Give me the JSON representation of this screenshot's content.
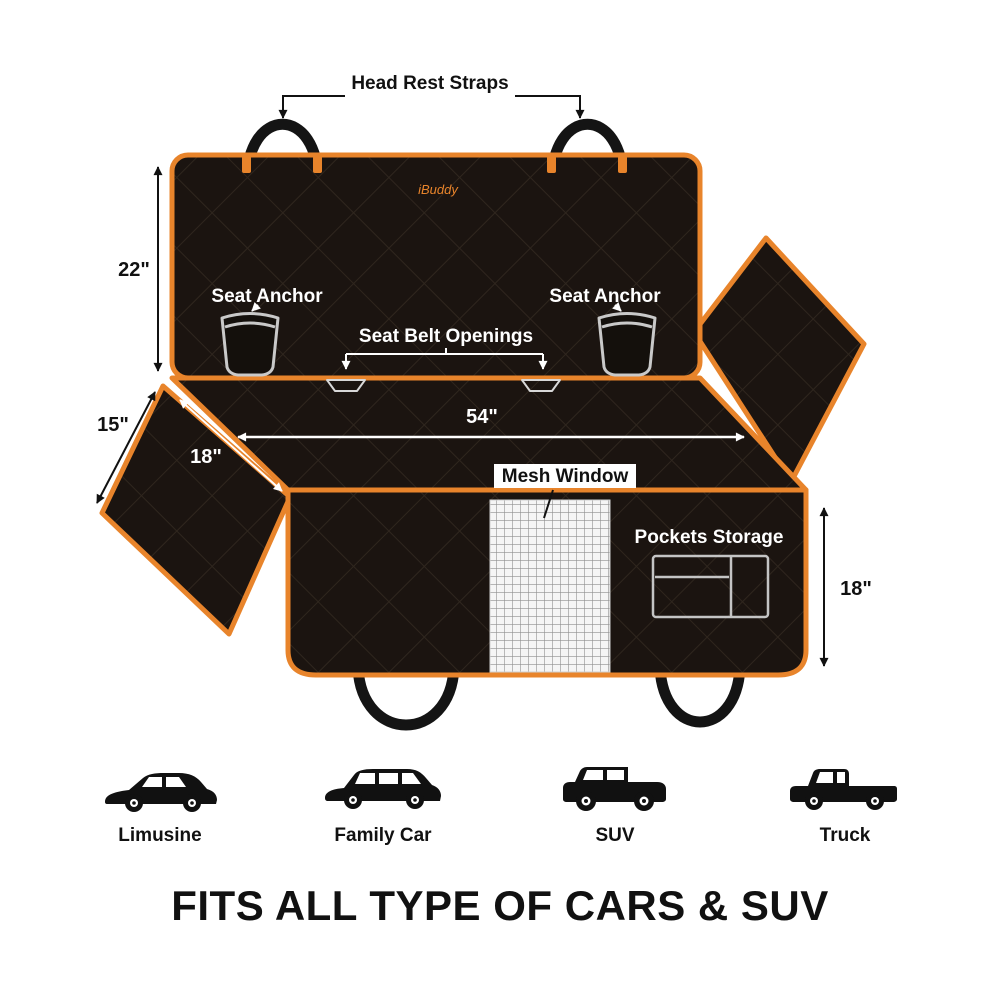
{
  "title": "FITS ALL TYPE OF CARS & SUV",
  "brand": "iBuddy",
  "labels": {
    "head_rest_straps": "Head Rest Straps",
    "seat_anchor_left": "Seat Anchor",
    "seat_anchor_right": "Seat Anchor",
    "seat_belt_openings": "Seat Belt Openings",
    "mesh_window": "Mesh Window",
    "pockets_storage": "Pockets Storage"
  },
  "dimensions": {
    "back_panel_height": "22\"",
    "seat_width": "54\"",
    "side_flap_depth": "15\"",
    "side_flap_width": "18\"",
    "front_panel_height": "18\""
  },
  "vehicles": [
    {
      "label": "Limusine"
    },
    {
      "label": "Family Car"
    },
    {
      "label": "SUV"
    },
    {
      "label": "Truck"
    }
  ],
  "colors": {
    "cover_fabric": "#1B1410",
    "quilt_stitch": "#2F261E",
    "trim": "#E8842B",
    "mesh": "#F5F5F5",
    "mesh_grid": "#8F8F8F",
    "label_light": "#FFFFFF",
    "label_dark": "#111111"
  }
}
